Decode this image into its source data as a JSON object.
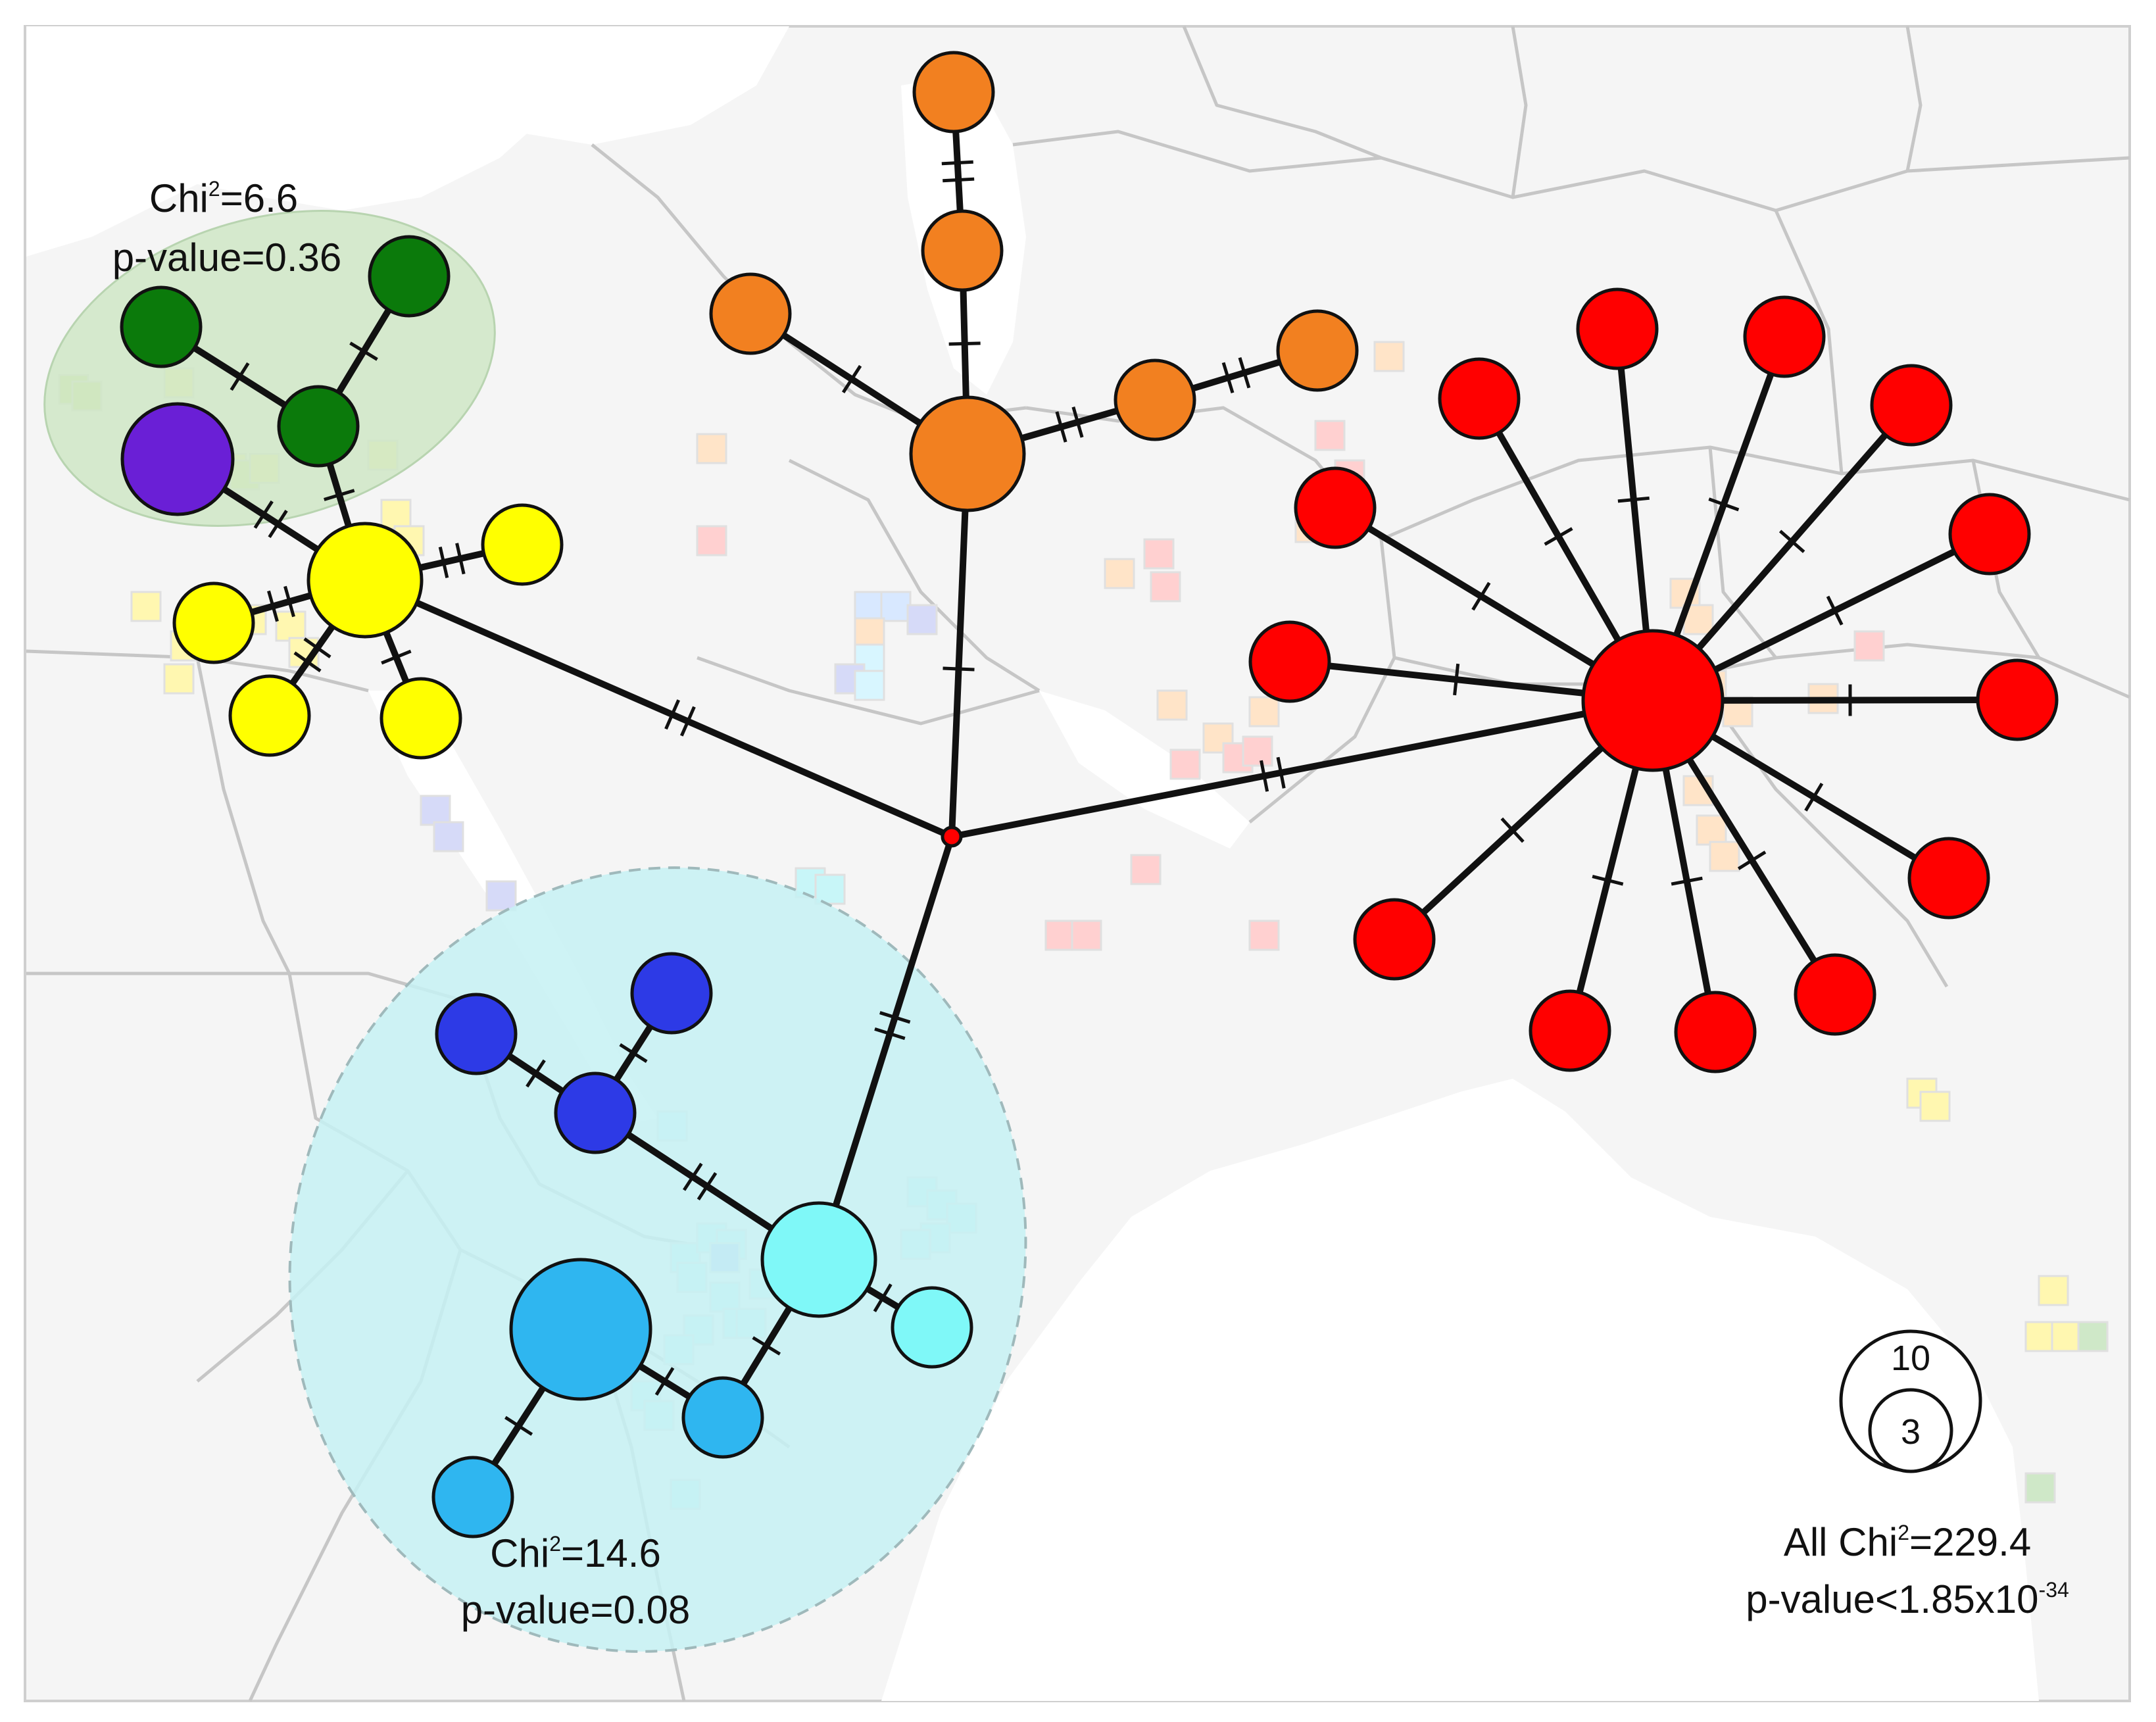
{
  "annotations": {
    "west_group": {
      "chi_prefix": "Chi",
      "chi_sup": "2",
      "chi_value": "=6.6",
      "p_text": "p-value=0.36"
    },
    "east_africa_group": {
      "chi_prefix": "Chi",
      "chi_sup": "2",
      "chi_value": "=14.6",
      "p_text": "p-value=0.08"
    },
    "overall": {
      "chi_prefix": "All Chi",
      "chi_sup": "2",
      "chi_value": "=229.4",
      "p_prefix": "p-value<1.85x10",
      "p_sup": "-34"
    }
  },
  "size_legend": {
    "large_label": "10",
    "small_label": "3"
  },
  "colors": {
    "map_land": "#f4f4f4",
    "map_borders": "#c6c6c6",
    "edge": "#111111",
    "green": "#0b7a0b",
    "purple": "#6a1fd6",
    "yellow": "#ffff00",
    "orange": "#f28020",
    "red": "#ff0000",
    "dark_blue": "#2d3ae6",
    "sky_blue": "#2fb6f0",
    "cyan": "#7ff8f8",
    "green_cluster_fill": "#cfe8c8",
    "cyan_cluster_fill": "#c8f2f4"
  }
}
